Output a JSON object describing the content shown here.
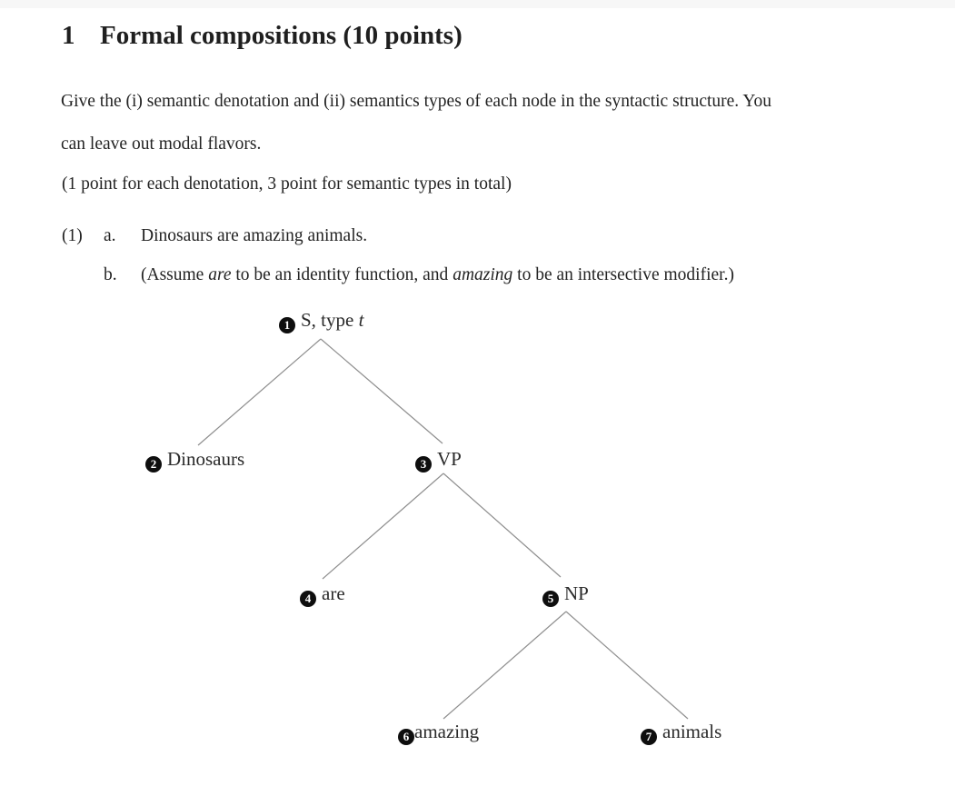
{
  "page": {
    "background_color": "#ffffff",
    "top_strip_color": "#f7f7f7",
    "text_color": "#1f1f1f",
    "branch_line_color": "#8f8f8f",
    "node_circle_color": "#0e0e0e"
  },
  "heading": {
    "number": "1",
    "title": "Formal compositions (10 points)"
  },
  "intro": {
    "lines": [
      "Give the (i) semantic denotation and (ii) semantics types of each node in the syntactic structure. You",
      "can leave out modal flavors."
    ]
  },
  "points_note": "(1 point for each denotation, 3 point for semantic types in total)",
  "example": {
    "number": "(1)",
    "items": [
      {
        "label": "a.",
        "text": "Dinosaurs are amazing animals."
      },
      {
        "label": "b.",
        "segments": [
          "(Assume ",
          "are",
          " to be an identity function, and ",
          "amazing",
          " to be an intersective modifier.)"
        ]
      }
    ]
  },
  "tree": {
    "nodes": [
      {
        "num": "1",
        "label": "S, type ",
        "label_italic": "t"
      },
      {
        "num": "2",
        "label": "Dinosaurs"
      },
      {
        "num": "3",
        "label": "VP"
      },
      {
        "num": "4",
        "label": "are"
      },
      {
        "num": "5",
        "label": "NP"
      },
      {
        "num": "6",
        "label": "amazing"
      },
      {
        "num": "7",
        "label": "animals"
      }
    ]
  }
}
